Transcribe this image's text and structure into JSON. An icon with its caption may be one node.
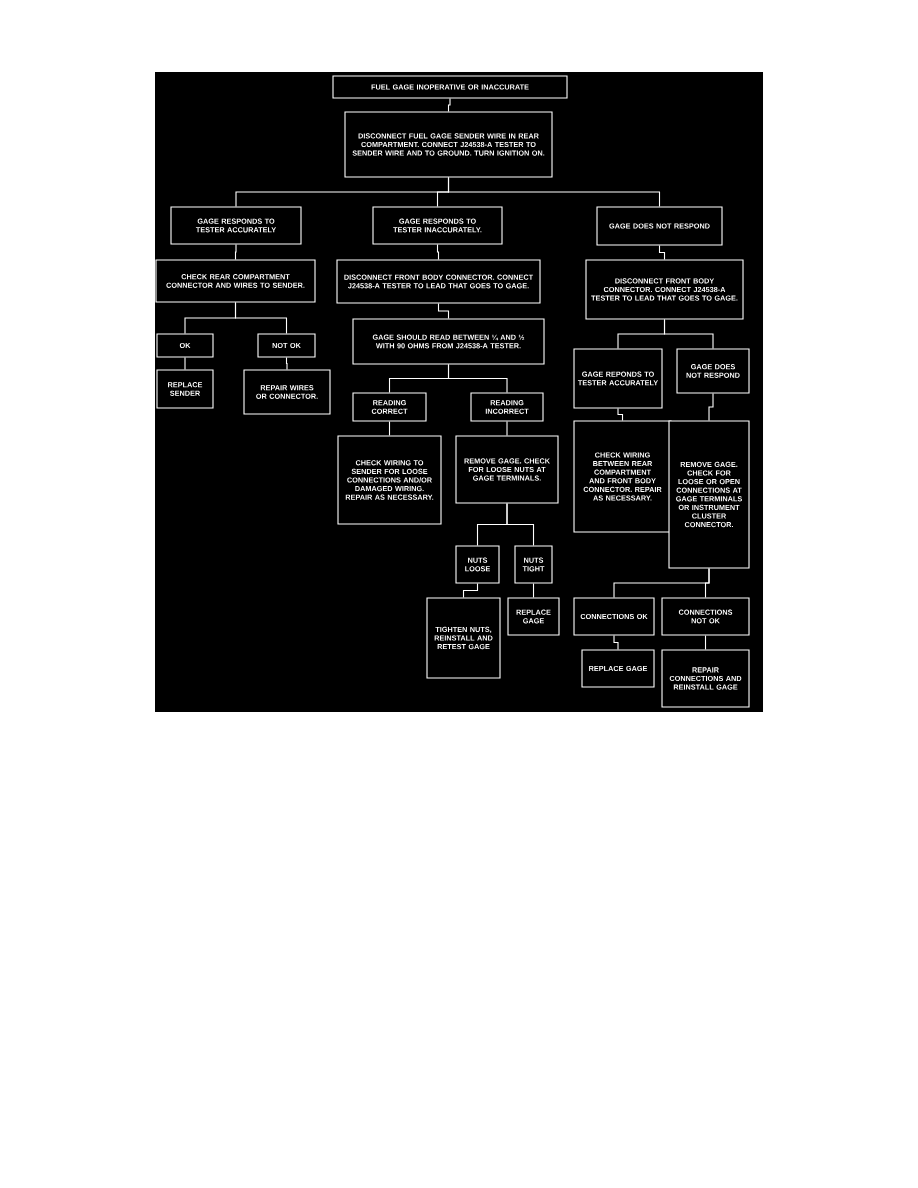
{
  "diagram": {
    "nodes": [
      {
        "text": [
          "FUEL GAGE INOPERATIVE OR INACCURATE"
        ]
      },
      {
        "text": [
          "DISCONNECT FUEL GAGE SENDER WIRE IN REAR COMPARTMENT. CONNECT J24538-A TESTER TO SENDER WIRE AND TO GROUND. TURN IGNITION ON."
        ]
      },
      {
        "text": [
          "GAGE RESPONDS TO TESTER ACCURATELY"
        ]
      },
      {
        "text": [
          "GAGE RESPONDS TO TESTER INACCURATELY."
        ]
      },
      {
        "text": [
          "GAGE DOES NOT RESPOND"
        ]
      },
      {
        "text": [
          "CHECK REAR COMPARTMENT CONNECTOR AND WIRES TO SENDER."
        ]
      },
      {
        "text": [
          "DISCONNECT FRONT BODY CONNECTOR. CONNECT J24538-A TESTER TO LEAD THAT GOES TO GAGE."
        ]
      },
      {
        "text": [
          "DISCONNECT FRONT BODY CONNECTOR. CONNECT J24538-A TESTER TO LEAD THAT GOES TO GAGE."
        ]
      },
      {
        "text": [
          "OK"
        ]
      },
      {
        "text": [
          "NOT OK"
        ]
      },
      {
        "text": [
          "REPLACE SENDER"
        ]
      },
      {
        "text": [
          "REPAIR WIRES OR CONNECTOR."
        ]
      },
      {
        "text": [
          "GAGE SHOULD READ BETWEEN ¼ AND ½ WITH 90 OHMS FROM J24538-A TESTER."
        ]
      },
      {
        "text": [
          "READING CORRECT"
        ]
      },
      {
        "text": [
          "READING INCORRECT"
        ]
      },
      {
        "text": [
          "CHECK WIRING TO SENDER FOR LOOSE CONNECTIONS AND/OR DAMAGED WIRING. REPAIR AS NECESSARY."
        ]
      },
      {
        "text": [
          "REMOVE GAGE. CHECK FOR LOOSE NUTS AT GAGE TERMINALS."
        ]
      },
      {
        "text": [
          "GAGE REPONDS TO TESTER ACCURATELY"
        ]
      },
      {
        "text": [
          "GAGE DOES NOT RESPOND"
        ]
      },
      {
        "text": [
          "CHECK WIRING BETWEEN REAR COMPARTMENT AND FRONT BODY CONNECTOR. REPAIR AS NECESSARY."
        ]
      },
      {
        "text": [
          "REMOVE GAGE. CHECK FOR LOOSE OR OPEN CONNECTIONS AT GAGE TERMINALS OR INSTRUMENT CLUSTER CONNECTOR."
        ]
      },
      {
        "text": [
          "NUTS LOOSE"
        ]
      },
      {
        "text": [
          "NUTS TIGHT"
        ]
      },
      {
        "text": [
          "TIGHTEN NUTS, REINSTALL AND RETEST GAGE"
        ]
      },
      {
        "text": [
          "REPLACE GAGE"
        ]
      },
      {
        "text": [
          "CONNECTIONS OK"
        ]
      },
      {
        "text": [
          "CONNECTIONS NOT OK"
        ]
      },
      {
        "text": [
          "REPLACE GAGE"
        ]
      },
      {
        "text": [
          "REPAIR CONNECTIONS AND REINSTALL GAGE"
        ]
      }
    ],
    "edges": [
      {
        "from": 0,
        "to": 1,
        "arrow": "none"
      },
      {
        "from": 1,
        "to": 2,
        "arrow": "none"
      },
      {
        "from": 1,
        "to": 3,
        "arrow": "none"
      },
      {
        "from": 1,
        "to": 4,
        "arrow": "none"
      },
      {
        "from": 2,
        "to": 5,
        "arrow": "none"
      },
      {
        "from": 3,
        "to": 6,
        "arrow": "none"
      },
      {
        "from": 4,
        "to": 7,
        "arrow": "none"
      },
      {
        "from": 5,
        "to": 8,
        "arrow": "none"
      },
      {
        "from": 5,
        "to": 9,
        "arrow": "none"
      },
      {
        "from": 8,
        "to": 10,
        "arrow": "none"
      },
      {
        "from": 9,
        "to": 11,
        "arrow": "none"
      },
      {
        "from": 6,
        "to": 12,
        "arrow": "none"
      },
      {
        "from": 12,
        "to": 13,
        "arrow": "none"
      },
      {
        "from": 12,
        "to": 14,
        "arrow": "none"
      },
      {
        "from": 13,
        "to": 15,
        "arrow": "none"
      },
      {
        "from": 14,
        "to": 16,
        "arrow": "none"
      },
      {
        "from": 7,
        "to": 17,
        "arrow": "none"
      },
      {
        "from": 7,
        "to": 18,
        "arrow": "none"
      },
      {
        "from": 17,
        "to": 19,
        "arrow": "none"
      },
      {
        "from": 18,
        "to": 20,
        "arrow": "none"
      },
      {
        "from": 16,
        "to": 21,
        "arrow": "none"
      },
      {
        "from": 16,
        "to": 22,
        "arrow": "none"
      },
      {
        "from": 21,
        "to": 23,
        "arrow": "none"
      },
      {
        "from": 22,
        "to": 24,
        "arrow": "none"
      },
      {
        "from": 20,
        "to": 25,
        "arrow": "none"
      },
      {
        "from": 20,
        "to": 26,
        "arrow": "none"
      },
      {
        "from": 25,
        "to": 27,
        "arrow": "none"
      },
      {
        "from": 26,
        "to": 28,
        "arrow": "none"
      }
    ]
  }
}
